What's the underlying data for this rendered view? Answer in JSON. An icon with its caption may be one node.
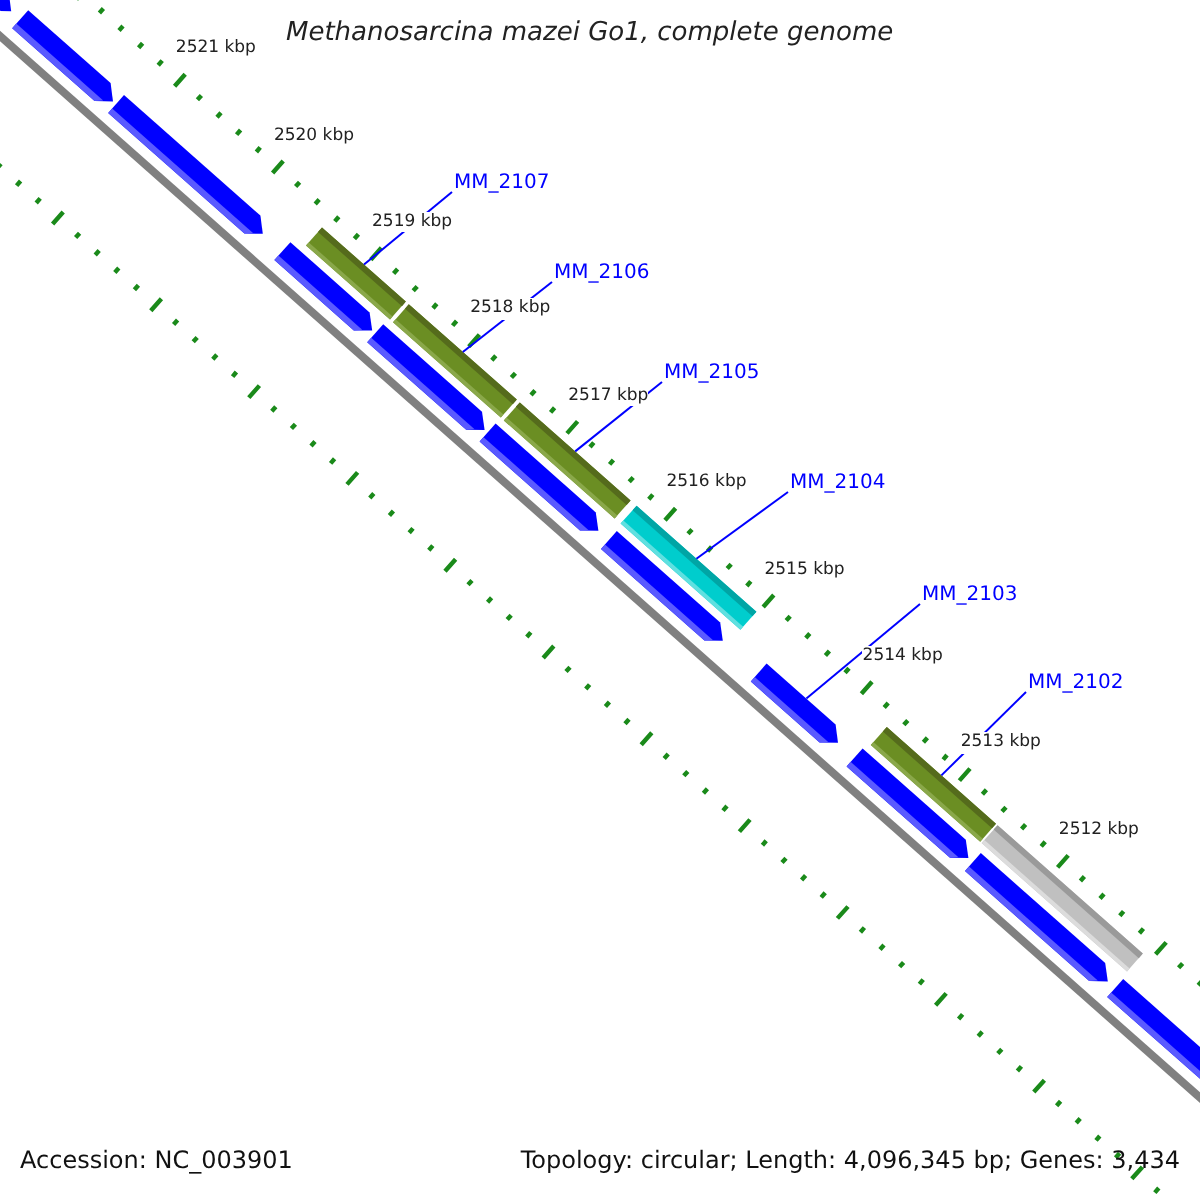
{
  "diagram": {
    "title": "Methanosarcina mazei Go1, complete genome",
    "nodes": [
      {
        "text": [
          "MM_2107"
        ]
      },
      {
        "text": [],
        "shape": "bar"
      },
      {
        "text": [
          "MM_2106"
        ]
      },
      {
        "text": [],
        "shape": "bar"
      },
      {
        "text": [
          "MM_2105"
        ]
      },
      {
        "text": [],
        "shape": "bar"
      },
      {
        "text": [
          "MM_2104"
        ]
      },
      {
        "text": [],
        "shape": "bar"
      },
      {
        "text": [
          "MM_2103"
        ]
      },
      {
        "text": [],
        "shape": "arrow"
      },
      {
        "text": [
          "MM_2102"
        ]
      },
      {
        "text": [],
        "shape": "bar"
      },
      {
        "text": [],
        "shape": "arrow"
      },
      {
        "text": [],
        "shape": "arrow"
      },
      {
        "text": [],
        "shape": "arrow"
      },
      {
        "text": [],
        "shape": "arrow"
      },
      {
        "text": [],
        "shape": "arrow"
      },
      {
        "text": [],
        "shape": "arrow"
      },
      {
        "text": [],
        "shape": "arrow"
      },
      {
        "text": [],
        "shape": "arrow"
      },
      {
        "text": [],
        "shape": "bar"
      },
      {
        "text": [],
        "shape": "arrow"
      },
      {
        "text": [],
        "shape": "arrow"
      }
    ],
    "edges": [
      {
        "from": 0,
        "to": 1,
        "arrow": "none"
      },
      {
        "from": 2,
        "to": 3,
        "arrow": "none"
      },
      {
        "from": 4,
        "to": 5,
        "arrow": "none"
      },
      {
        "from": 6,
        "to": 7,
        "arrow": "none"
      },
      {
        "from": 8,
        "to": 9,
        "arrow": "none"
      },
      {
        "from": 10,
        "to": 11,
        "arrow": "none"
      }
    ],
    "labels": [
      "2521 kbp",
      "2520 kbp",
      "2519 kbp",
      "2518 kbp",
      "2517 kbp",
      "2516 kbp",
      "2515 kbp",
      "2514 kbp",
      "2513 kbp",
      "2512 kbp",
      "Accession: NC_003901",
      "Topology: circular; Length: 4,096,345 bp; Genes: 3,434"
    ]
  }
}
